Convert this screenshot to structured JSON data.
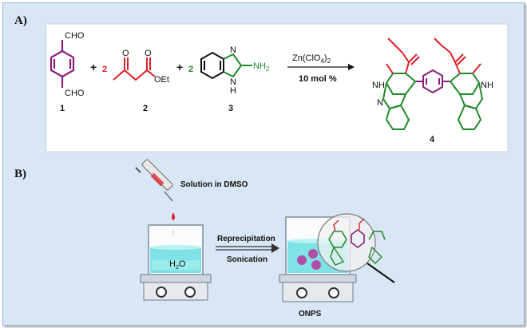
{
  "panels": {
    "a_label": "A)",
    "b_label": "B)"
  },
  "scheme": {
    "cho_top": "CHO",
    "cho_bottom": "CHO",
    "plus1": "+",
    "plus2": "+",
    "coef2": "2",
    "coef3": "2",
    "ketone_o": "O",
    "ester_o": "O",
    "ester_oet": "OEt",
    "nh2": "NH",
    "nh2_sub": "2",
    "benz_n": "N",
    "benz_nh": "N",
    "benz_h": "H",
    "catalyst_main": "Zn(ClO",
    "catalyst_sub1": "4",
    "catalyst_close": ")",
    "catalyst_sub2": "2",
    "conditions": "10 mol %",
    "compound_1": "1",
    "compound_2": "2",
    "compound_3": "3",
    "compound_4": "4",
    "product_nh_left": "NH",
    "product_nh_right": "NH",
    "product_n": "N"
  },
  "process": {
    "syringe_label": "Solution in DMSO",
    "step1": "Reprecipitation",
    "step2": "Sonication",
    "water_main": "H",
    "water_sub": "2",
    "water_end": "O",
    "product_label": "ONPS"
  },
  "colors": {
    "background": "#d9e6f5",
    "aldehyde": "#8a1f7a",
    "ketoester": "#e0202a",
    "aminobenzimidazole": "#1f8a2a",
    "water": "#7fe3e6",
    "nanoparticle": "#b04ea8"
  }
}
